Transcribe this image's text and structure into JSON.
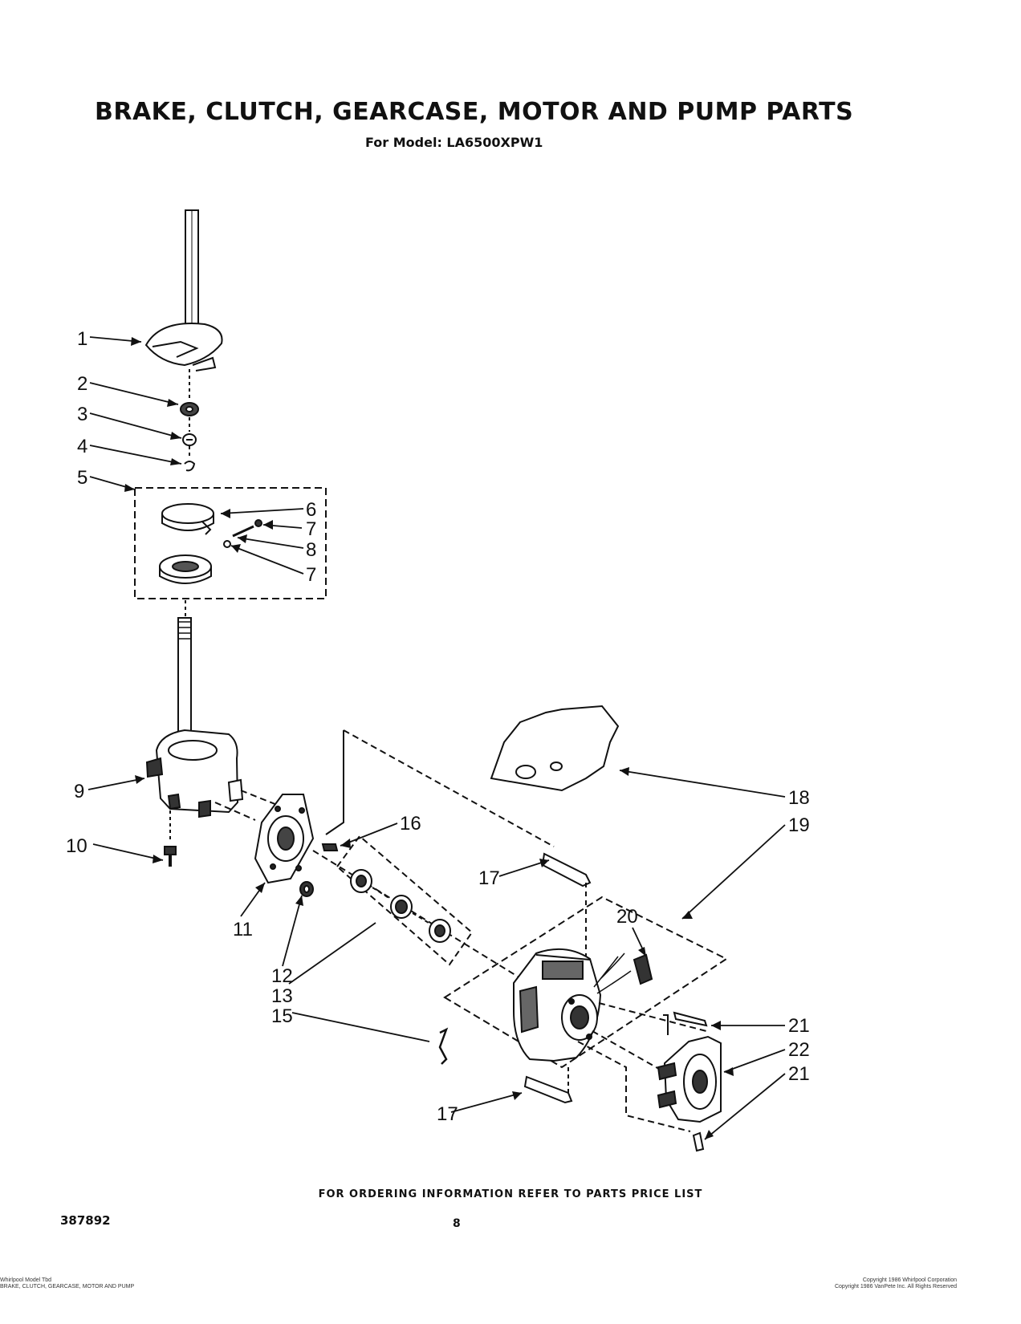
{
  "title": "BRAKE, CLUTCH, GEARCASE, MOTOR AND PUMP PARTS",
  "subtitle": "For Model: LA6500XPW1",
  "ordering_note": "FOR ORDERING INFORMATION REFER TO PARTS PRICE LIST",
  "document_number": "387892",
  "page_number": "8",
  "footer_left": [
    "Whirlpool Model Tbd",
    "BRAKE, CLUTCH, GEARCASE, MOTOR AND PUMP"
  ],
  "footer_right": [
    "Copyright 1986 Whirlpool Corporation",
    "Copyright 1986 VanPete Inc. All Rights Reserved"
  ],
  "callouts": {
    "c1": "1",
    "c2": "2",
    "c3": "3",
    "c4": "4",
    "c5": "5",
    "c6": "6",
    "c7a": "7",
    "c8": "8",
    "c7b": "7",
    "c9": "9",
    "c10": "10",
    "c11": "11",
    "c12": "12",
    "c13": "13",
    "c15": "15",
    "c16": "16",
    "c17a": "17",
    "c17b": "17",
    "c18": "18",
    "c19": "19",
    "c20": "20",
    "c21a": "21",
    "c22": "22",
    "c21b": "21"
  }
}
